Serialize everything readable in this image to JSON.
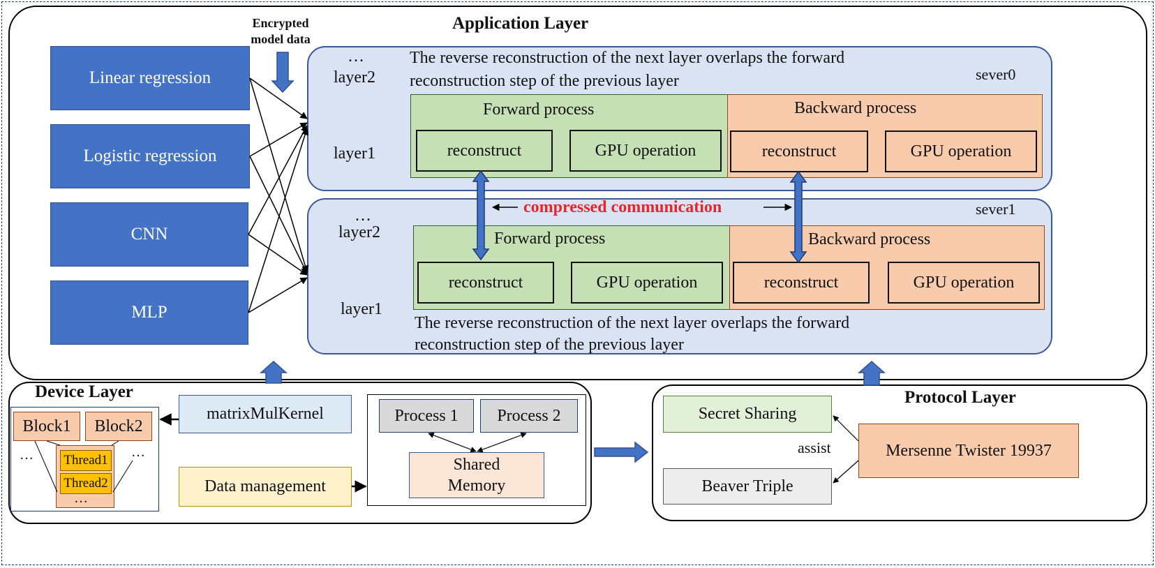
{
  "app_layer": {
    "title": "Application Layer",
    "encrypted_label_line1": "Encrypted",
    "encrypted_label_line2": "model data",
    "models": [
      "Linear regression",
      "Logistic regression",
      "CNN",
      "MLP"
    ],
    "compressed": "compressed communication",
    "server0": {
      "name": "sever0",
      "note_line1": "The reverse reconstruction of the next layer overlaps the forward",
      "note_line2": "reconstruction step of the previous layer",
      "dots": "…",
      "layer2": "layer2",
      "layer1": "layer1",
      "forward": "Forward process",
      "backward": "Backward process",
      "f_reconstruct": "reconstruct",
      "f_gpu": "GPU operation",
      "b_reconstruct": "reconstruct",
      "b_gpu": "GPU operation"
    },
    "server1": {
      "name": "sever1",
      "note_line1": "The reverse reconstruction of the next layer overlaps the forward",
      "note_line2": "reconstruction step of the previous layer",
      "dots": "…",
      "layer2": "layer2",
      "layer1": "layer1",
      "forward": "Forward process",
      "backward": "Backward process",
      "f_reconstruct": "reconstruct",
      "f_gpu": "GPU operation",
      "b_reconstruct": "reconstruct",
      "b_gpu": "GPU operation"
    }
  },
  "device_layer": {
    "title": "Device Layer",
    "block1": "Block1",
    "block2": "Block2",
    "thread1": "Thread1",
    "thread2": "Thread2",
    "dots": "…",
    "kernel": "matrixMulKernel",
    "data_mgmt": "Data management",
    "process1": "Process 1",
    "process2": "Process 2",
    "shared_line1": "Shared",
    "shared_line2": "Memory"
  },
  "protocol_layer": {
    "title": "Protocol Layer",
    "secret": "Secret Sharing",
    "beaver": "Beaver Triple",
    "assist": "assist",
    "mersenne": "Mersenne Twister 19937"
  },
  "colors": {
    "model_box": "#4472c4",
    "server_panel": "#dae3f3",
    "forward": "#c5e0b4",
    "backward": "#f8cbad",
    "compressed_text": "#e8262a",
    "thread": "#ffc000"
  }
}
